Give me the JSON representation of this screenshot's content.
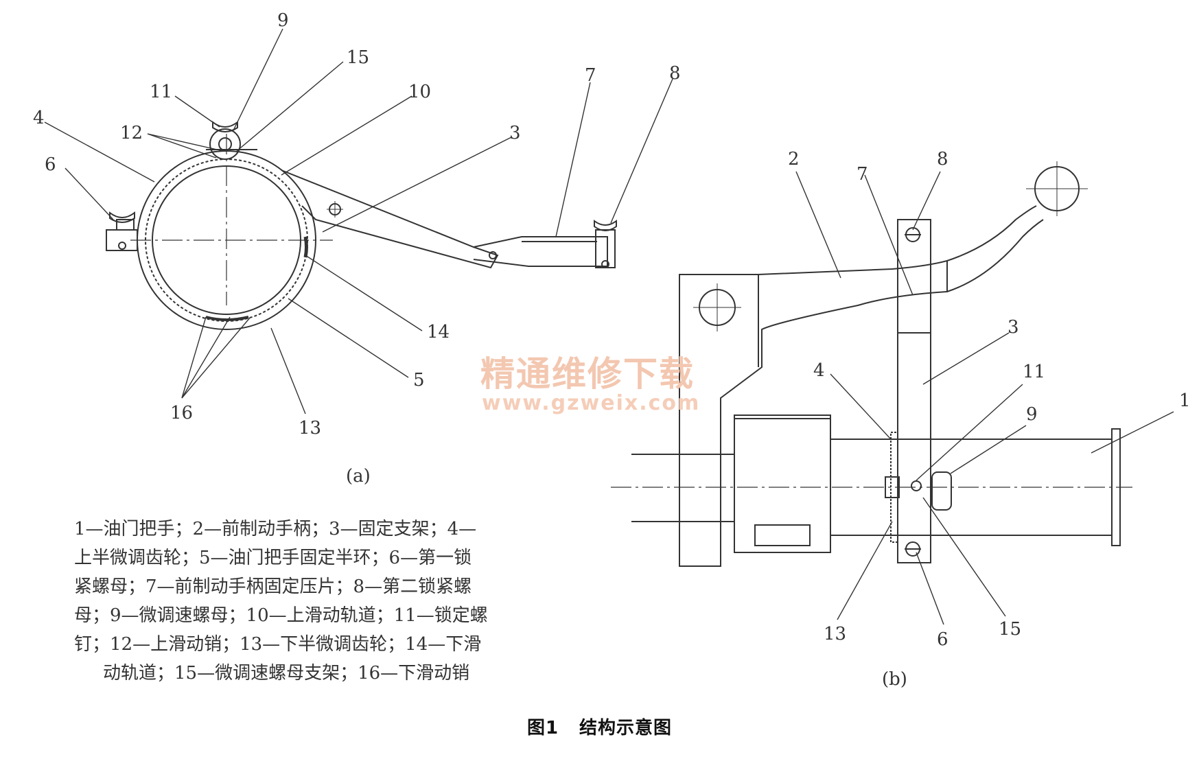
{
  "figure_a": {
    "sublabel": "(a)",
    "callouts": [
      "9",
      "15",
      "11",
      "10",
      "4",
      "12",
      "6",
      "3",
      "7",
      "8",
      "14",
      "5",
      "16",
      "13"
    ]
  },
  "figure_b": {
    "sublabel": "(b)",
    "callouts": [
      "2",
      "8",
      "7",
      "3",
      "4",
      "11",
      "9",
      "1",
      "13",
      "6",
      "15"
    ]
  },
  "legend": {
    "line1": "1—油门把手；2—前制动手柄；3—固定支架；4—",
    "line2": "上半微调齿轮；5—油门把手固定半环；6—第一锁",
    "line3": "紧螺母；7—前制动手柄固定压片；8—第二锁紧螺",
    "line4": "母；9—微调速螺母；10—上滑动轨道；11—锁定螺",
    "line5": "钉；12—上滑动销；13—下半微调齿轮；14—下滑",
    "line6": "动轨道；15—微调速螺母支架；16—下滑动销"
  },
  "caption": {
    "number": "图1",
    "title": "结构示意图"
  },
  "watermark": {
    "text": "精通维修下载",
    "url": "www.gzweix.com"
  },
  "colors": {
    "line": "#333333",
    "watermark": "#f3c7b0"
  }
}
